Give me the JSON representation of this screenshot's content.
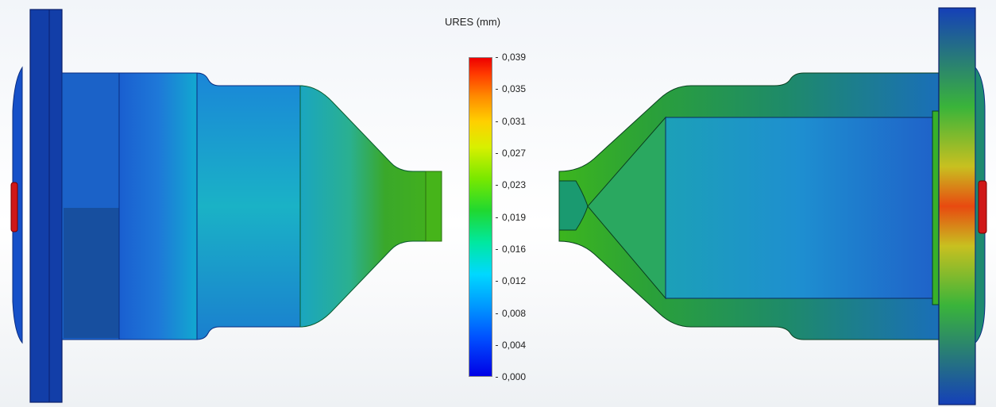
{
  "legend": {
    "title": "URES (mm)",
    "scale_labels": [
      "0,039",
      "0,035",
      "0,031",
      "0,027",
      "0,023",
      "0,019",
      "0,016",
      "0,012",
      "0,008",
      "0,004",
      "0,000"
    ],
    "colors": {
      "min": "#0000e6",
      "low": "#00d8ff",
      "mid": "#20d830",
      "high": "#ffd000",
      "max": "#ee0000"
    }
  },
  "views": {
    "left": "external-view",
    "right": "section-view"
  }
}
